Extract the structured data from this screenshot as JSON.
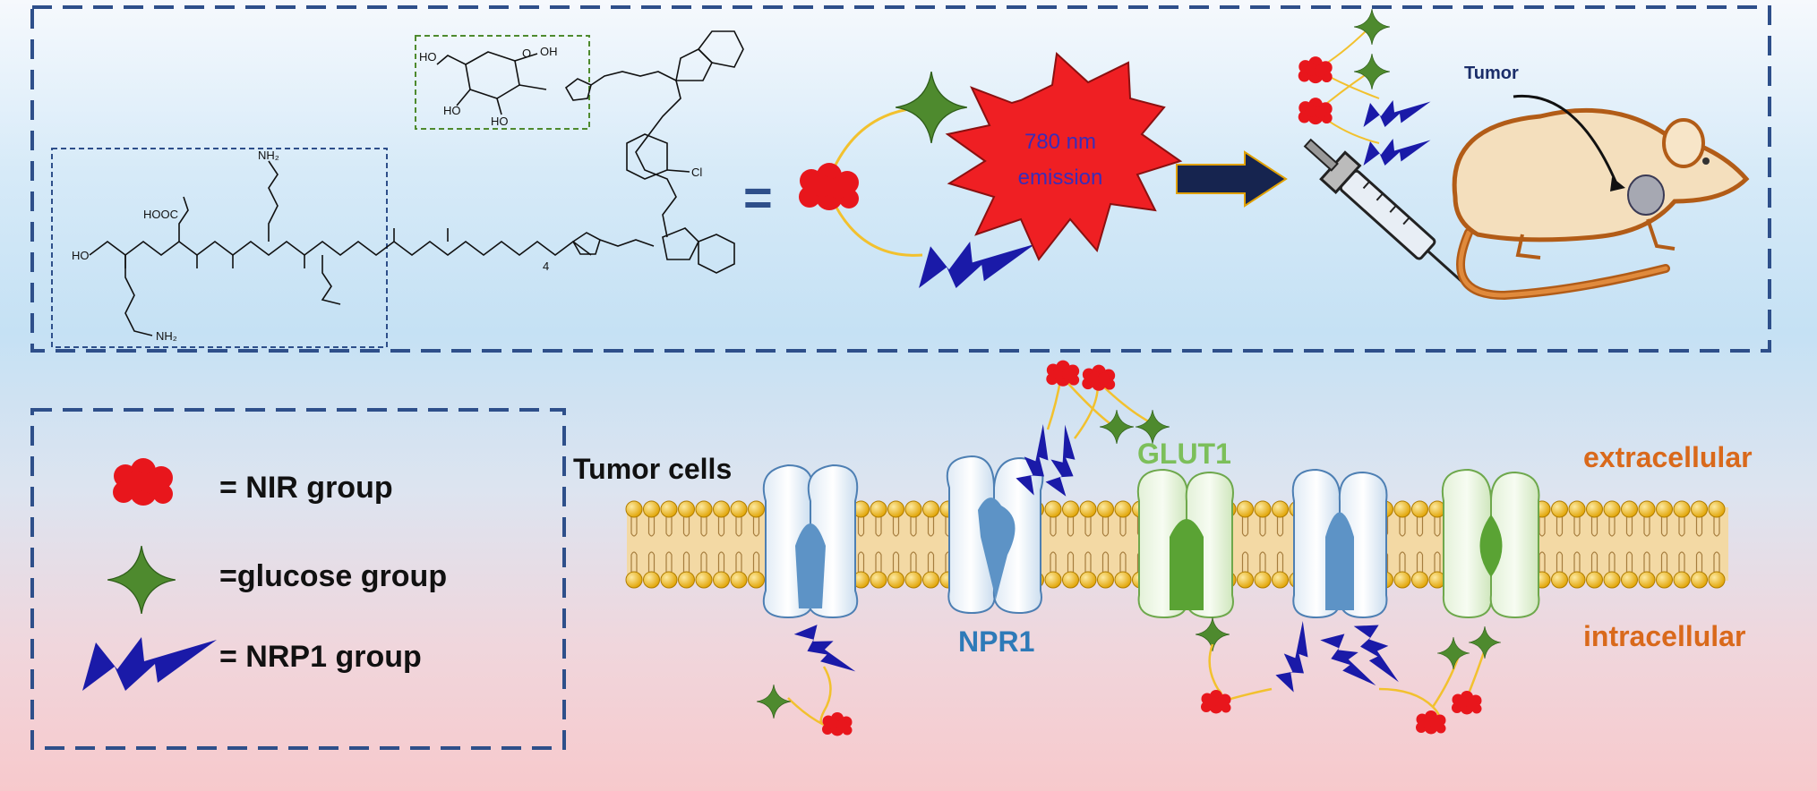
{
  "top_panel": {
    "chem_labels": {
      "ho1": "HO",
      "ho2": "HO",
      "ho3": "HO",
      "oh1": "OH",
      "o_ring": "O",
      "cl": "Cl",
      "hooc": "HOOC",
      "nh2_top": "NH₂",
      "nh2_bottom": "NH₂",
      "ho_acid": "HO",
      "subscript4": "4"
    },
    "equals": "=",
    "burst_line1": "780 nm",
    "burst_line2": "emission",
    "tumor_label": "Tumor"
  },
  "legend": {
    "nir": "= NIR group",
    "glucose": "=glucose group",
    "nrp1": "= NRP1 group"
  },
  "membrane": {
    "tumor_cells": "Tumor cells",
    "glut1": "GLUT1",
    "npr1": "NPR1",
    "extracellular": "extracellular",
    "intracellular": "intracellular"
  },
  "colors": {
    "dashed_border": "#2e4f8a",
    "nir_red": "#e8161c",
    "glucose_green": "#4e8a2e",
    "nrp1_blue": "#1a1aa8",
    "label_orange": "#d9691b",
    "npr1_blue": "#2e7ab8",
    "glut1_green": "#7cbf5a"
  }
}
